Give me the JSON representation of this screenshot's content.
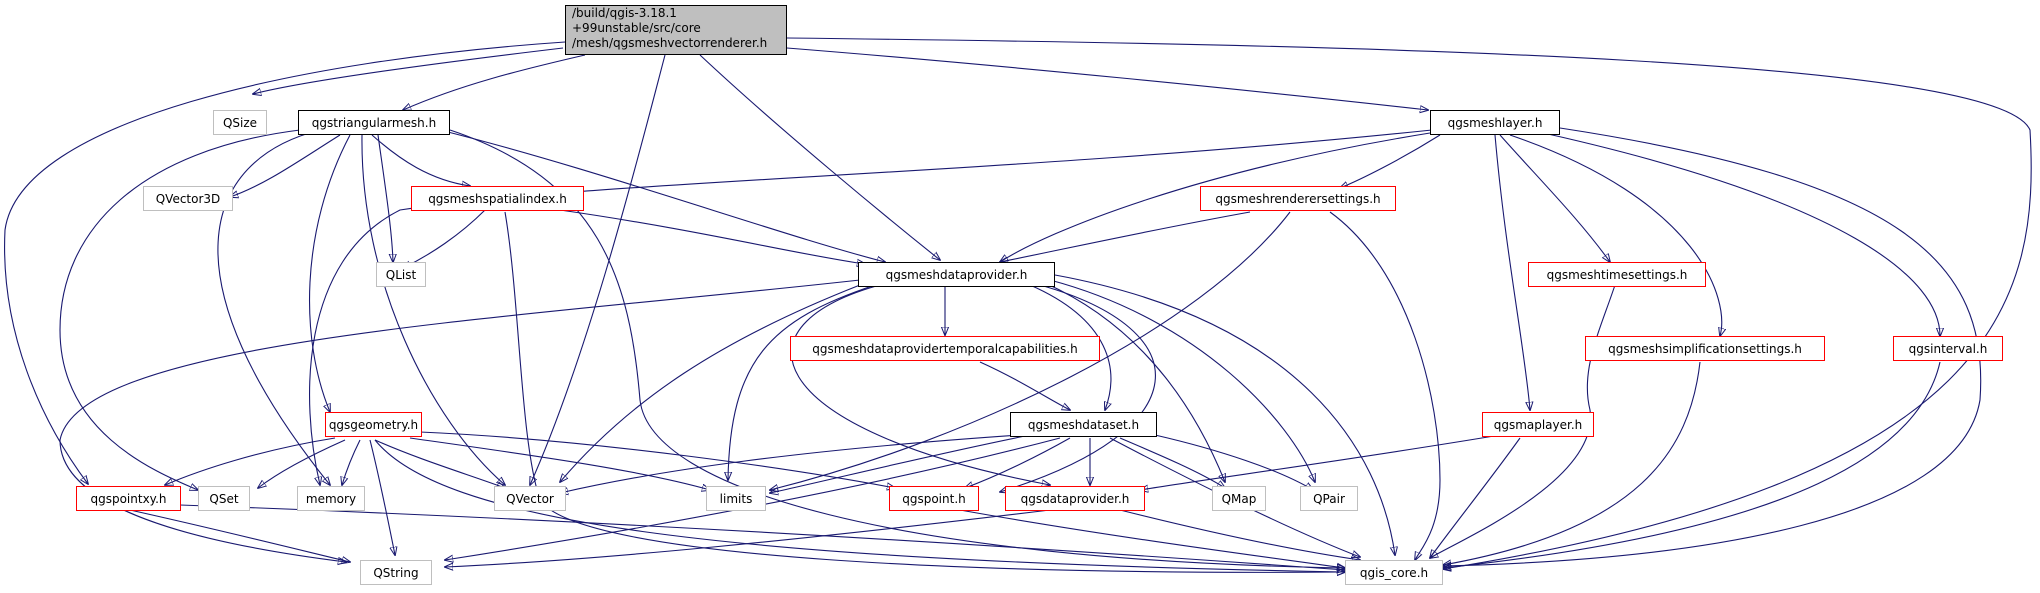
{
  "graph": {
    "root": {
      "line1": "/build/qgis-3.18.1",
      "line2": "+99unstable/src/core",
      "line3": "/mesh/qgsmeshvectorrenderer.h"
    },
    "nodes": {
      "qsize": "QSize",
      "qgstriangularmesh": "qgstriangularmesh.h",
      "qgsmeshlayer": "qgsmeshlayer.h",
      "qvector3d": "QVector3D",
      "qgsmeshspatialindex": "qgsmeshspatialindex.h",
      "qgsmeshrenderersettings": "qgsmeshrenderersettings.h",
      "qlist": "QList",
      "qgsmeshdataprovider": "qgsmeshdataprovider.h",
      "qgsmeshtimesettings": "qgsmeshtimesettings.h",
      "qgsmeshdataprovidertemporalcapabilities": "qgsmeshdataprovidertemporalcapabilities.h",
      "qgsmeshsimplificationsettings": "qgsmeshsimplificationsettings.h",
      "qgsinterval": "qgsinterval.h",
      "qgsgeometry": "qgsgeometry.h",
      "qgsmeshdataset": "qgsmeshdataset.h",
      "qgsmaplayer": "qgsmaplayer.h",
      "qgspointxy": "qgspointxy.h",
      "qset": "QSet",
      "memory": "memory",
      "qvector": "QVector",
      "limits": "limits",
      "qgspoint": "qgspoint.h",
      "qgsdataprovider": "qgsdataprovider.h",
      "qmap": "QMap",
      "qpair": "QPair",
      "qstring": "QString",
      "qgis_core": "qgis_core.h"
    },
    "colors": {
      "edge": "#191970",
      "root_fill": "#bfbfbf",
      "documented_border": "#ff0000",
      "system_border": "#bfbfbf"
    }
  }
}
